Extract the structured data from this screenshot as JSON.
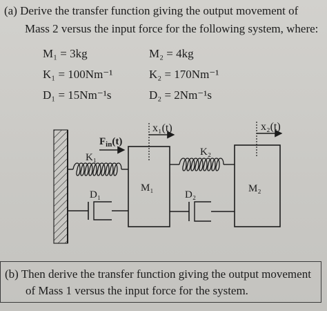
{
  "part_a": {
    "line1": "(a)  Derive the transfer function giving the output movement of",
    "line2": "Mass 2 versus the input force for the following system, where:"
  },
  "params": {
    "m1": "M₁ = 3kg",
    "m2": "M₂ = 4kg",
    "k1": "K₁ = 100Nm⁻¹",
    "k2": "K₂ = 170Nm⁻¹",
    "d1": "D₁ = 15Nm⁻¹s",
    "d2": "D₂ = 2Nm⁻¹s"
  },
  "diagram": {
    "x1_label": "x₁(t)",
    "x2_label": "x₂(t)",
    "fin_label": "Fin(t)",
    "k1_label": "K₁",
    "k2_label": "K₂",
    "d1_label": "D₁",
    "d2_label": "D₂",
    "m1_label": "M₁",
    "m2_label": "M₂"
  },
  "part_b": {
    "line1": "(b)  Then derive the transfer function giving the output movement",
    "line2": "of Mass 1 versus the input force for the system."
  }
}
